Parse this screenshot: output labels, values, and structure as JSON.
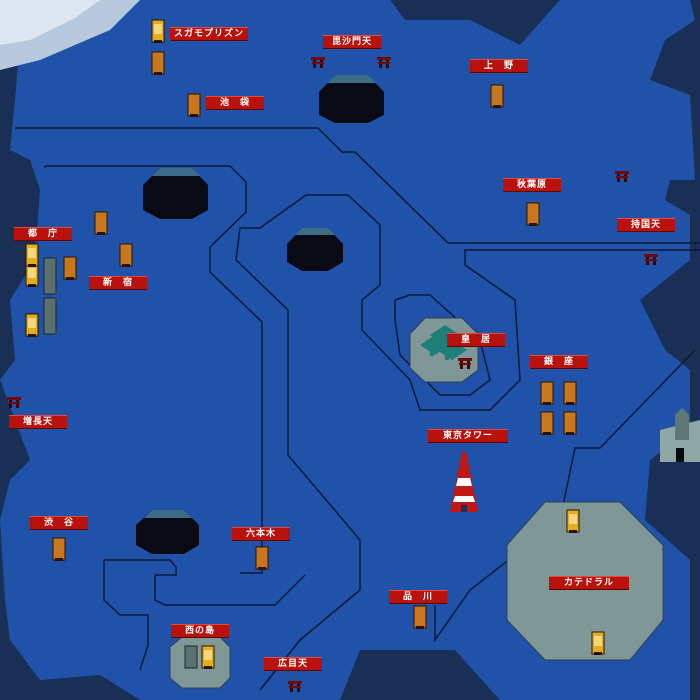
{
  "colors": {
    "sea": "#1a2f55",
    "land": "#1f52a8",
    "lake": "#17468f",
    "plaza": "#7f9897",
    "label_bg": "#b9120c",
    "unit_orange": "#c9761c",
    "unit_yellow": "#e4ad1c"
  },
  "labels": {
    "sugamo": "スガモプリズン",
    "bishamonten": "毘沙門天",
    "ueno": "上　野",
    "ikebukuro": "池　袋",
    "akihabara": "秋葉原",
    "jikokuten": "持国天",
    "tocho": "都　庁",
    "shinjuku": "新　宿",
    "kokyo": "皇　居",
    "ginza": "銀　座",
    "zochoten": "増長天",
    "tokyo_tower": "東京タワー",
    "shibuya": "渋　谷",
    "roppongi": "六本木",
    "shinagawa": "品　川",
    "cathedral": "カテドラル",
    "nishinoshima": "西の島",
    "komokuten": "広目天"
  },
  "icons": {
    "shrine": "torii-shrine-icon",
    "unit": "building-unit-icon",
    "crater": "crater-icon",
    "tower": "tokyo-tower-icon",
    "cathedral": "cathedral-icon",
    "kokyo": "imperial-palace-icon"
  }
}
